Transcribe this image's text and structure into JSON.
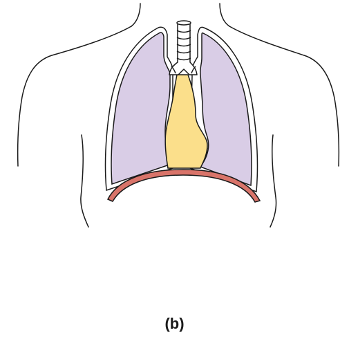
{
  "figure": {
    "panel_label": "(b)",
    "colors": {
      "outline": "#1a1a1a",
      "lung_fill": "#d9cde6",
      "pleura_fill": "#ffffff",
      "mediastinum_fill": "#fbdf8b",
      "diaphragm_fill": "#d9746a",
      "trachea_fill": "#ffffff"
    },
    "icons": [
      "torso-outline",
      "left-lung",
      "right-lung",
      "trachea",
      "mediastinum",
      "diaphragm"
    ]
  }
}
